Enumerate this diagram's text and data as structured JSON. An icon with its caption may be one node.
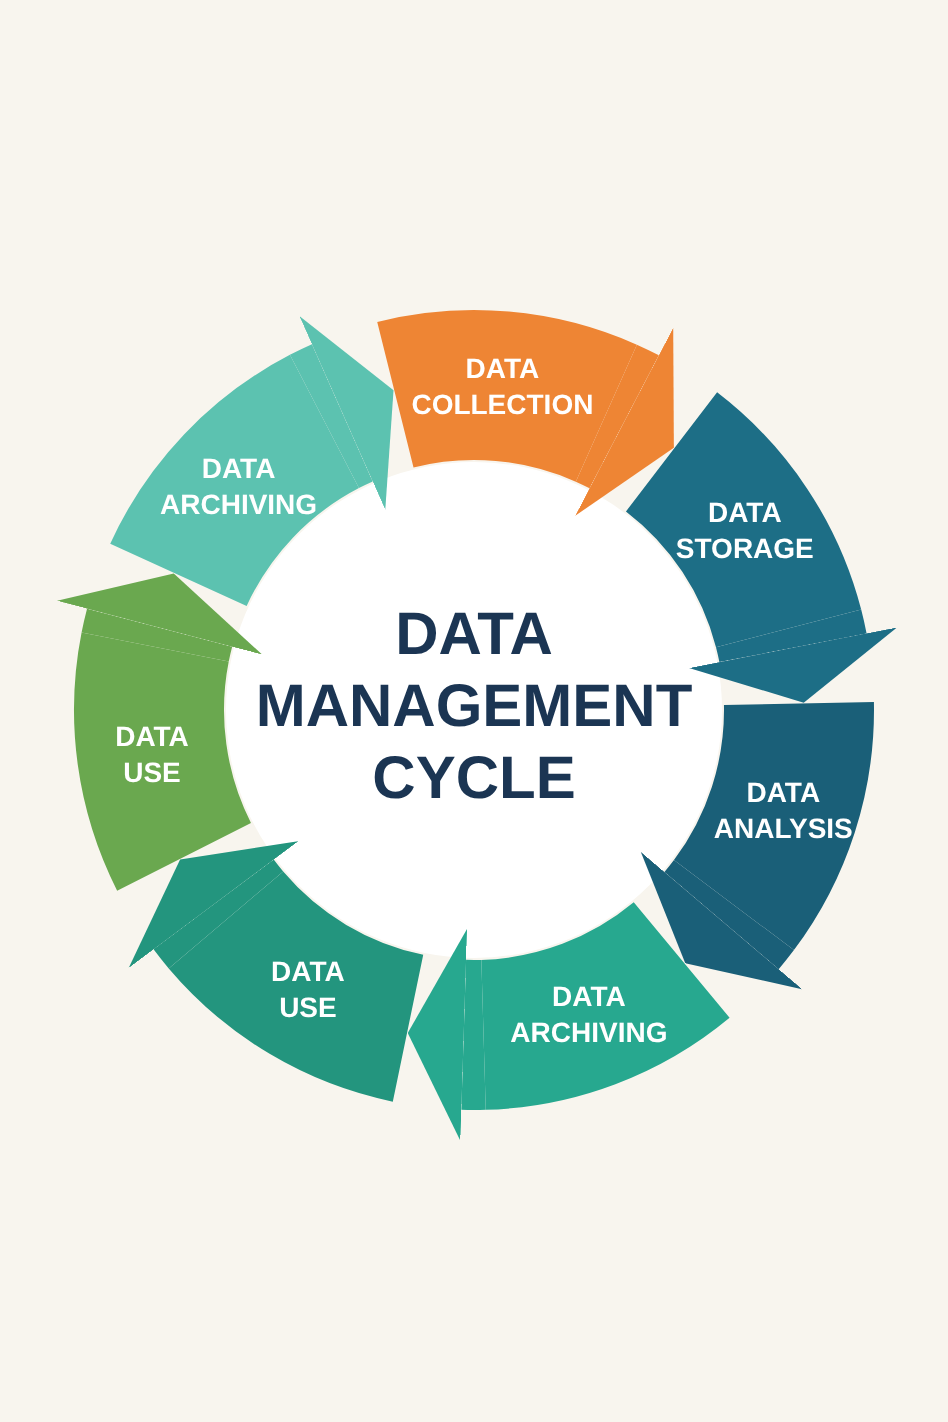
{
  "diagram": {
    "title": "DATA MANAGEMENT CYCLE",
    "nodes": [
      {
        "text": [
          "DATA COLLECTION"
        ]
      },
      {
        "text": [
          "DATA STORAGE"
        ]
      },
      {
        "text": [
          "DATA ANALYSIS"
        ]
      },
      {
        "text": [
          "DATA ARCHIVING"
        ]
      },
      {
        "text": [
          "DATA USE"
        ]
      },
      {
        "text": [
          "DATA USE"
        ]
      },
      {
        "text": [
          "DATA ARCHIVING"
        ]
      }
    ],
    "edges": [
      {
        "from": 0,
        "to": 1,
        "arrow": "to",
        "color": "#ee8534"
      },
      {
        "from": 1,
        "to": 2,
        "arrow": "to",
        "color": "#1d6e86"
      },
      {
        "from": 2,
        "to": 3,
        "arrow": "to",
        "color": "#1a5f78"
      },
      {
        "from": 3,
        "to": 4,
        "arrow": "to",
        "color": "#27a88f"
      },
      {
        "from": 4,
        "to": 5,
        "arrow": "to",
        "color": "#23957e"
      },
      {
        "from": 5,
        "to": 6,
        "arrow": "to",
        "color": "#6aa84f"
      },
      {
        "from": 6,
        "to": 0,
        "arrow": "to",
        "color": "#5cc2b0"
      }
    ]
  }
}
